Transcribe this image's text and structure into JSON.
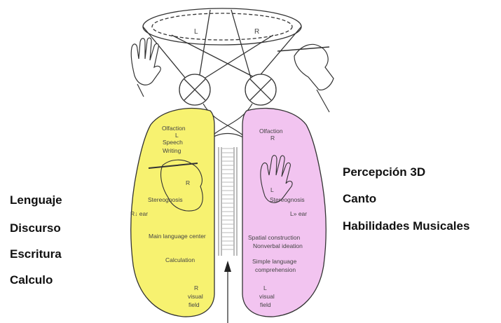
{
  "colors": {
    "left_hemisphere": "#f7f270",
    "right_hemisphere": "#f2c4f0",
    "line": "#333333",
    "label_text": "#111111",
    "diagram_text": "#444444"
  },
  "visual_field": {
    "left": "L",
    "right": "R"
  },
  "left_hemisphere": {
    "olfaction": "Olfaction",
    "olfaction_side": "L",
    "speech": "Speech",
    "writing": "Writing",
    "hand_side": "R",
    "stereognosis": "Stereognosis",
    "ear": "R↓ ear",
    "main_language": "Main language center",
    "calculation": "Calculation",
    "visual_field_side": "R",
    "visual_field_1": "visual",
    "visual_field_2": "field"
  },
  "right_hemisphere": {
    "olfaction": "Olfaction",
    "olfaction_side": "R",
    "hand_side": "L",
    "stereognosis": "Stereognosis",
    "ear": "L» ear",
    "spatial": "Spatial construction",
    "nonverbal": "Nonverbal ideation",
    "simple_language_1": "Simple language",
    "simple_language_2": "comprehension",
    "visual_field_side": "L",
    "visual_field_1": "visual",
    "visual_field_2": "field"
  },
  "left_labels": [
    "Lenguaje",
    "Discurso",
    "Escritura",
    "Calculo"
  ],
  "right_labels": [
    "Percepción 3D",
    "Canto",
    "Habilidades Musicales"
  ]
}
